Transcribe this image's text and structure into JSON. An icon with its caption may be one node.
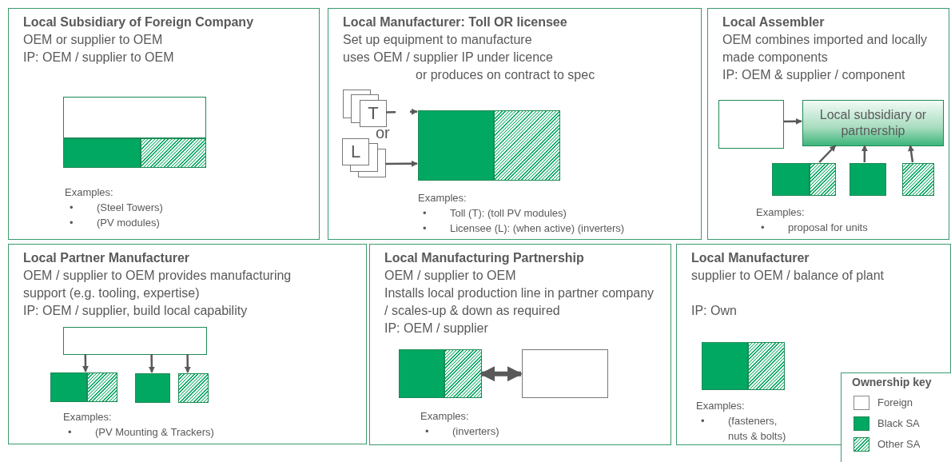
{
  "diagram": {
    "nodes": [
      {
        "text": [
          "Local Subsidiary of Foreign Company",
          "OEM or supplier to OEM",
          "IP: OEM / supplier to OEM",
          "Examples:",
          "•",
          "(Steel Towers)",
          "•",
          "(PV modules)"
        ]
      },
      {
        "text": [],
        "shape": "box",
        "in": 0
      },
      {
        "text": [],
        "shape": "box",
        "in": 0
      },
      {
        "text": [],
        "shape": "box",
        "in": 0
      },
      {
        "text": [
          "Local Manufacturer: Toll OR licensee",
          "Set up equipment to manufacture",
          "uses OEM / supplier IP under licence",
          "or produces on contract to spec",
          "Examples:",
          "•",
          "Toll (T): (toll PV modules)",
          "•",
          "Licensee (L): (when active) (inverters)"
        ]
      },
      {
        "text": [
          "T"
        ],
        "in": 4
      },
      {
        "text": [
          "L"
        ],
        "in": 4
      },
      {
        "text": [],
        "shape": "box",
        "in": 4
      },
      {
        "text": [],
        "shape": "box",
        "in": 4
      },
      {
        "text": [
          "Local Assembler",
          "OEM combines imported and locally made components",
          "IP: OEM & supplier / component",
          "Examples:",
          "•",
          "proposal for units"
        ]
      },
      {
        "text": [],
        "shape": "box",
        "in": 9
      },
      {
        "text": [
          "Local subsidiary or partnership"
        ],
        "in": 9
      },
      {
        "text": [],
        "shape": "box",
        "in": 9
      },
      {
        "text": [],
        "shape": "box",
        "in": 9
      },
      {
        "text": [],
        "shape": "box",
        "in": 9
      },
      {
        "text": [],
        "shape": "box",
        "in": 9
      },
      {
        "text": [
          "Local Partner Manufacturer",
          "OEM / supplier to OEM provides manufacturing support (e.g. tooling, expertise)",
          "IP: OEM / supplier, build local capability",
          "Examples:",
          "•",
          "(PV Mounting & Trackers)"
        ]
      },
      {
        "text": [],
        "shape": "box",
        "in": 16
      },
      {
        "text": [],
        "shape": "box",
        "in": 16
      },
      {
        "text": [],
        "shape": "box",
        "in": 16
      },
      {
        "text": [],
        "shape": "box",
        "in": 16
      },
      {
        "text": [],
        "shape": "box",
        "in": 16
      },
      {
        "text": [
          "Local Manufacturing Partnership",
          "OEM / supplier to OEM",
          "Installs local production line in partner company / scales-up & down as required",
          "IP: OEM / supplier",
          "Examples:",
          "•",
          "(inverters)"
        ]
      },
      {
        "text": [],
        "shape": "box",
        "in": 22
      },
      {
        "text": [],
        "shape": "box",
        "in": 22
      },
      {
        "text": [],
        "shape": "box",
        "in": 22
      },
      {
        "text": [
          "Local Manufacturer",
          "supplier to OEM / balance of plant",
          "IP: Own",
          "Examples:",
          "•",
          "(fasteners, nuts & bolts)"
        ]
      },
      {
        "text": [],
        "shape": "box",
        "in": 26
      },
      {
        "text": [],
        "shape": "box",
        "in": 26
      }
    ],
    "edges": [
      {
        "from": 5,
        "to": 7,
        "arrow": "to",
        "style": "dashed"
      },
      {
        "from": 6,
        "to": 7,
        "arrow": "to"
      },
      {
        "from": 10,
        "to": 11,
        "arrow": "to"
      },
      {
        "from": 13,
        "to": 11,
        "arrow": "to"
      },
      {
        "from": 14,
        "to": 11,
        "arrow": "to"
      },
      {
        "from": 15,
        "to": 11,
        "arrow": "to"
      },
      {
        "from": 17,
        "to": 18,
        "arrow": "to"
      },
      {
        "from": 17,
        "to": 20,
        "arrow": "to"
      },
      {
        "from": 17,
        "to": 21,
        "arrow": "to"
      },
      {
        "from": 24,
        "to": 25,
        "arrow": "both",
        "style": "thick"
      }
    ],
    "labels": [
      "or",
      "Ownership key"
    ],
    "legend": [
      {
        "text": "Foreign",
        "color": "#ffffff"
      },
      {
        "text": "Black SA",
        "color": "#00a862"
      },
      {
        "text": "Other SA"
      }
    ]
  }
}
